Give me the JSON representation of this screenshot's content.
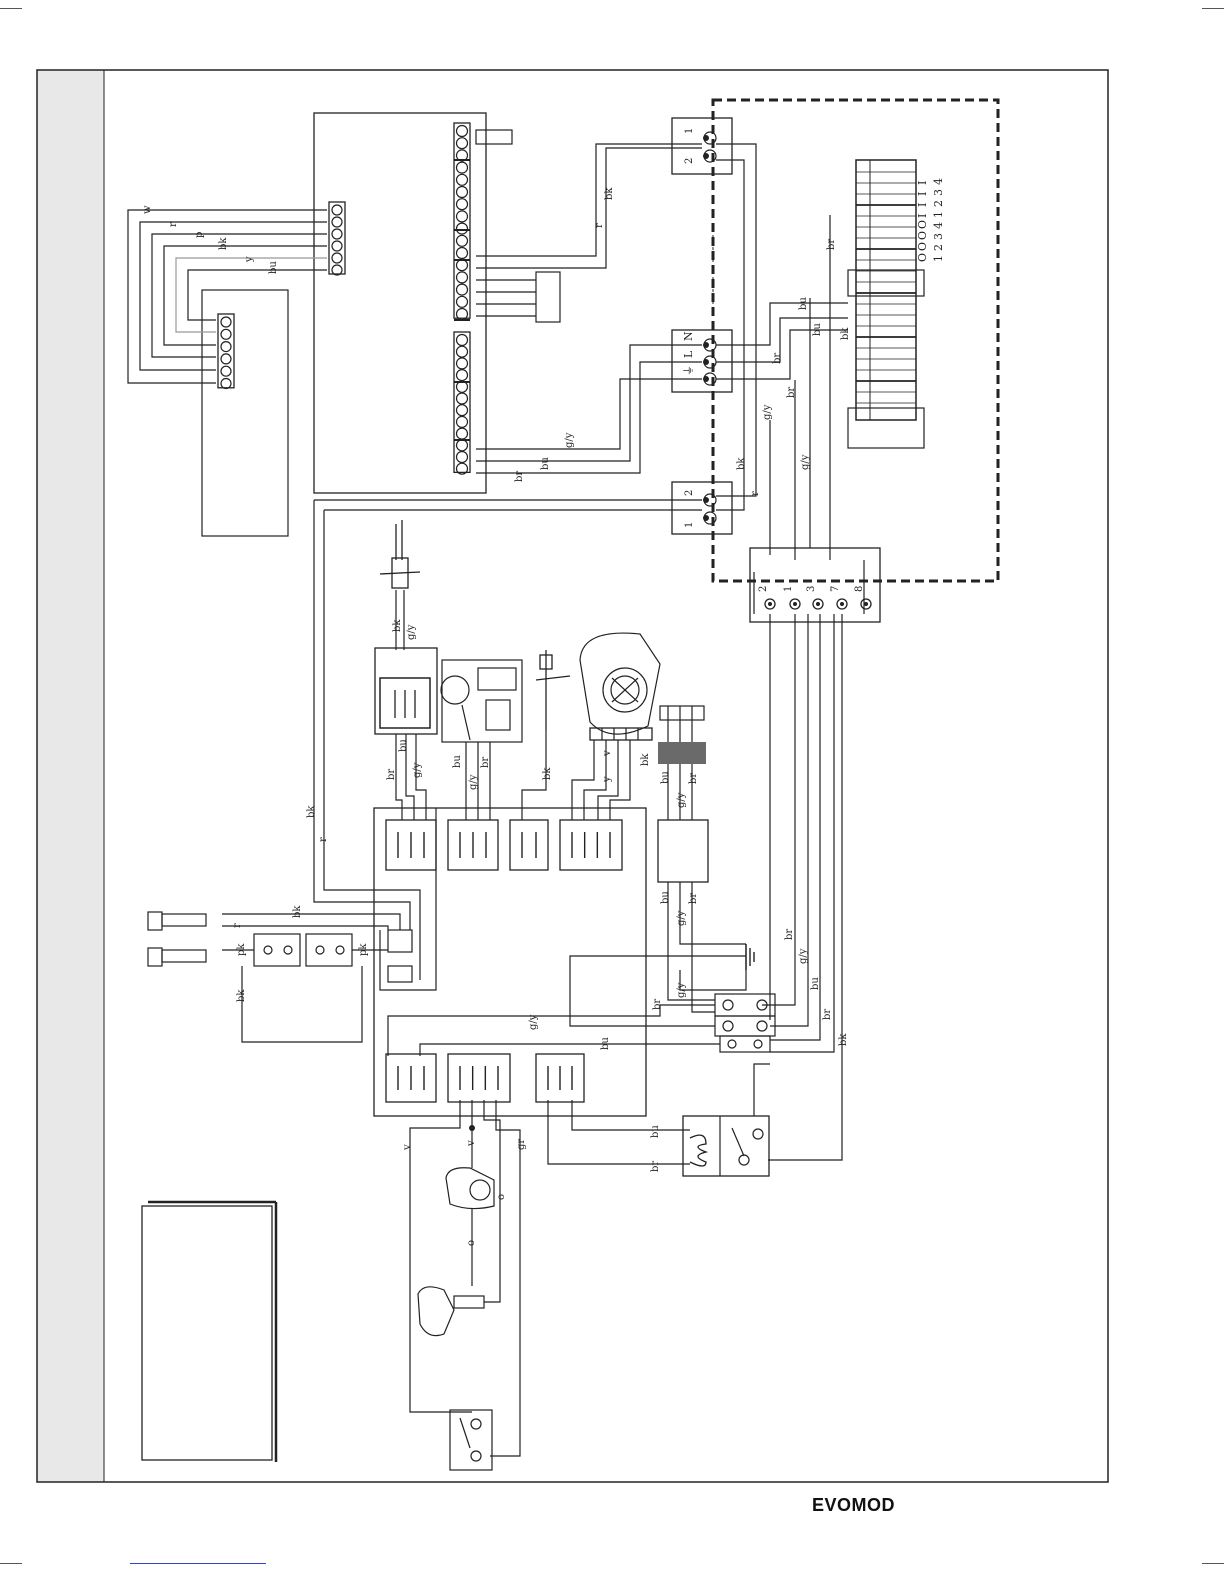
{
  "brand": "EVOMOD",
  "wire_codes": [
    "w",
    "r",
    "p",
    "bk",
    "y",
    "bu",
    "br",
    "g/y",
    "v",
    "pk",
    "gr",
    "o"
  ],
  "terminal_labels": {
    "switch_top": [
      "1",
      "2"
    ],
    "mains": [
      "N",
      "L",
      "⏚"
    ],
    "switch_bottom": [
      "2",
      "1"
    ],
    "connector_bottom": [
      "2",
      "1",
      "3",
      "7",
      "8"
    ],
    "connector_right_row1": [
      "O",
      "O",
      "O",
      "O",
      "I",
      "I",
      "I",
      "I"
    ],
    "connector_right_row2": [
      "1",
      "2",
      "3",
      "4",
      "1",
      "2",
      "3",
      "4"
    ]
  },
  "colors": {
    "wire": "#222222",
    "panel_gray": "#e8e8e8",
    "link": "#3340c8"
  }
}
